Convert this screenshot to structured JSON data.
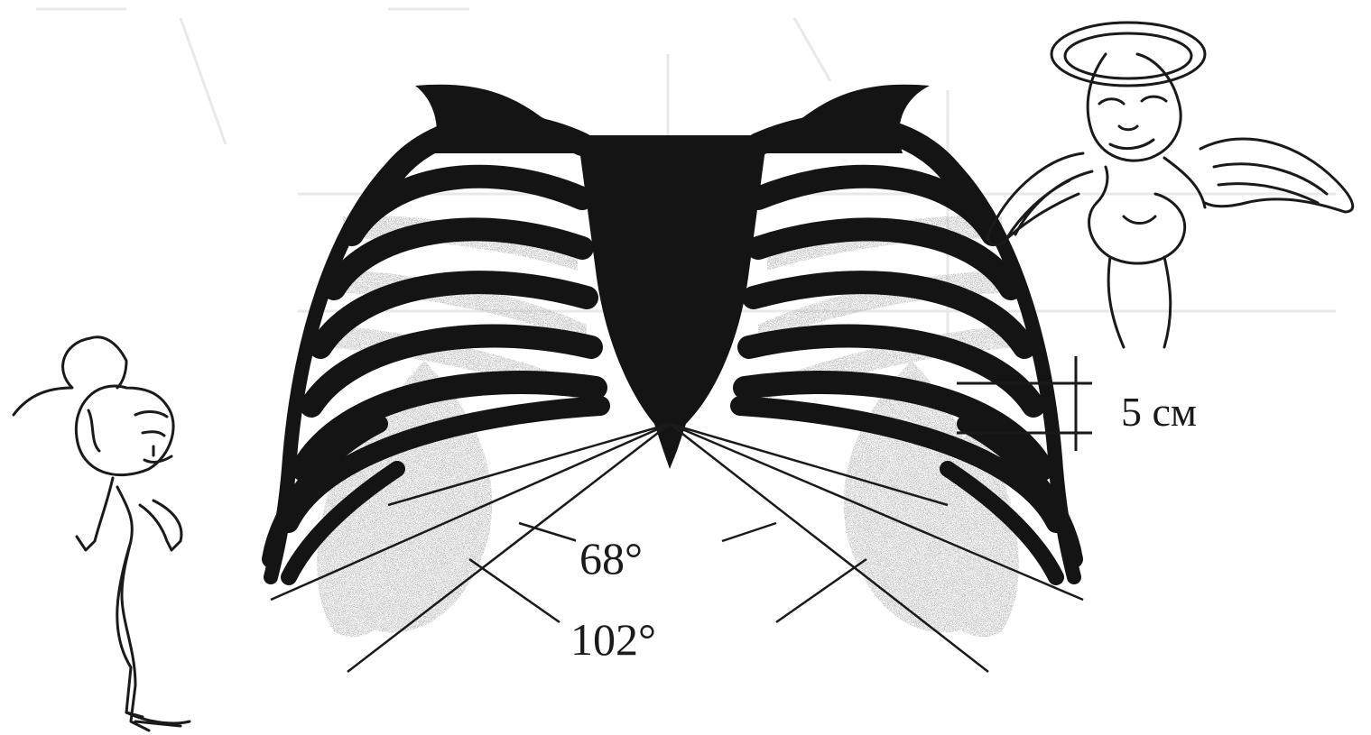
{
  "diagram": {
    "labels": {
      "measure": "5 см",
      "angle_small": "68°",
      "angle_large": "102°"
    },
    "figures": [
      "ribcage",
      "girl-figure",
      "angel-figure"
    ],
    "colors": {
      "bone": "#141414",
      "stipple": "#8a8a8a",
      "line": "#1a1a1a",
      "background": "#ffffff",
      "bleed": "#c9c9c9"
    }
  }
}
